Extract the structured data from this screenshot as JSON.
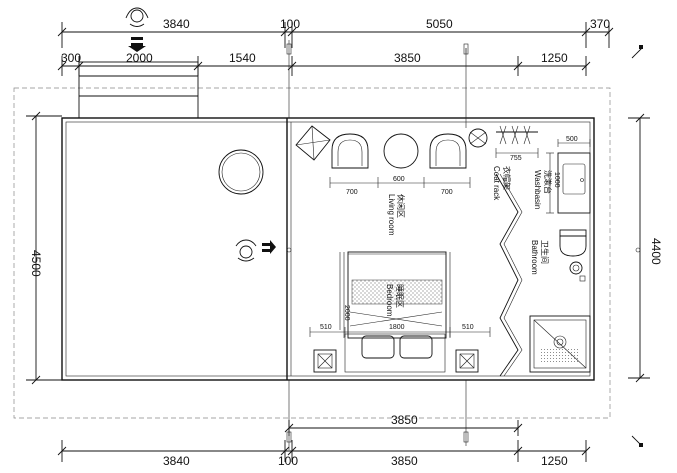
{
  "dimensions": {
    "top_row1": [
      "3840",
      "100",
      "5050",
      "370"
    ],
    "top_row2": [
      "300",
      "2000",
      "1540",
      "3850",
      "1250"
    ],
    "left_height": "4500",
    "right_height": "4400",
    "bottom_inner": "3850",
    "bottom_row": [
      "3840",
      "100",
      "3850",
      "1250"
    ],
    "furniture": [
      "700",
      "600",
      "700"
    ],
    "bed_side_left": "510",
    "bed_width": "1800",
    "bed_side_right": "510",
    "bed_length": "2000",
    "coat_rack_width": "755",
    "washbasin_width": "500",
    "washbasin_length": "1000"
  },
  "rooms": {
    "living_cn": "休闲区",
    "living_en": "Living room",
    "bedroom_cn": "睡眠区",
    "bedroom_en": "Bedroom",
    "coat_cn": "衣帽架",
    "coat_en": "Coat rack",
    "wash_cn": "洗漱台",
    "wash_en": "Washbasin",
    "bath_cn": "卫生间",
    "bath_en": "Bathroom"
  },
  "colors": {
    "line": "#111111",
    "outline_dash": "#888888",
    "hatch": "#aaaaaa"
  }
}
